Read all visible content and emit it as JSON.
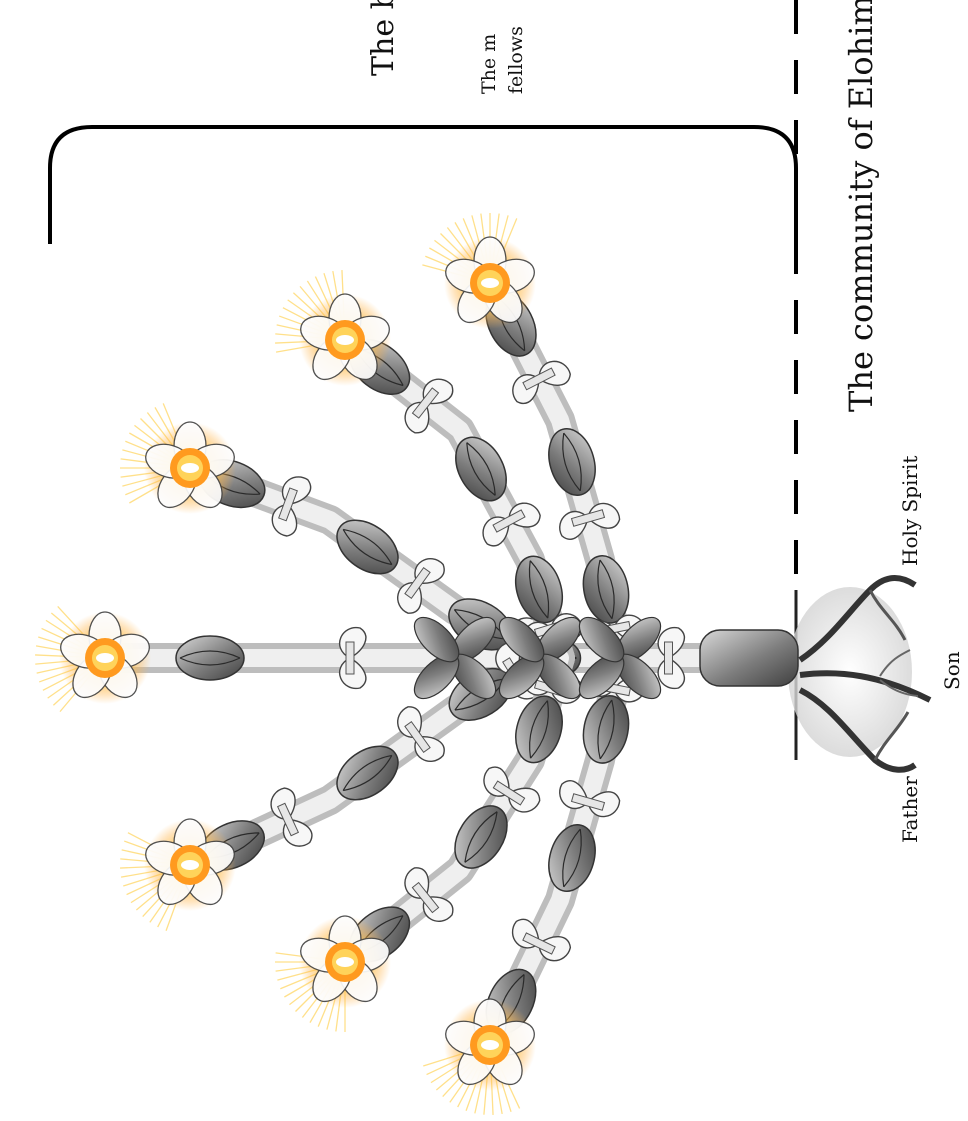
{
  "captions": {
    "top": "The b",
    "sub_line1": "The m",
    "sub_line2": "fellows",
    "main": "The community of Elohim"
  },
  "roots": {
    "holy_spirit": "Holy Spirit",
    "son": "Son",
    "father": "Father"
  },
  "colors": {
    "ink": "#111111",
    "petal": "#f7f7f7",
    "bud": "#8a8a8a",
    "flame_outer": "#ffd35a",
    "flame_mid": "#ff9a1f",
    "flame_core": "#ffffff"
  },
  "lamps": {
    "count": 7
  }
}
